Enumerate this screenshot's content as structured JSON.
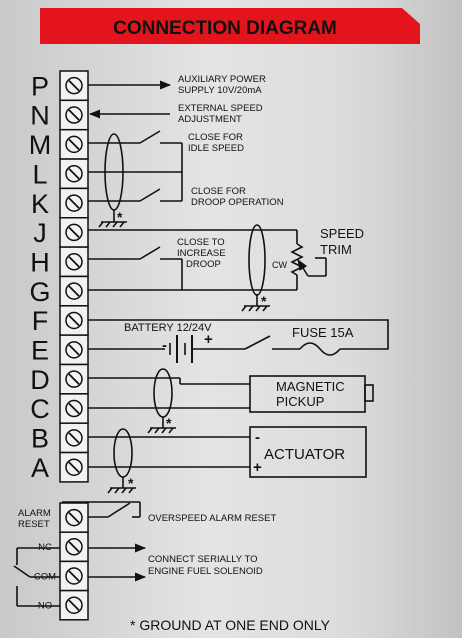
{
  "title": "CONNECTION DIAGRAM",
  "colors": {
    "banner": "#e3141b",
    "ink": "#111111"
  },
  "terminals": [
    "P",
    "N",
    "M",
    "L",
    "K",
    "J",
    "H",
    "G",
    "F",
    "E",
    "D",
    "C",
    "B",
    "A"
  ],
  "aux_terminals": [
    "",
    "NC",
    "COM",
    "NO"
  ],
  "labels": {
    "aux_power_1": "AUXILIARY POWER",
    "aux_power_2": "SUPPLY 10V/20mA",
    "ext_speed_1": "EXTERNAL SPEED",
    "ext_speed_2": "ADJUSTMENT",
    "idle_1": "CLOSE FOR",
    "idle_2": "IDLE SPEED",
    "droop_1": "CLOSE FOR",
    "droop_2": "DROOP OPERATION",
    "inc_droop_1": "CLOSE TO",
    "inc_droop_2": "INCREASE",
    "inc_droop_3": "DROOP",
    "speed_trim_1": "SPEED",
    "speed_trim_2": "TRIM",
    "cw": "CW",
    "battery": "BATTERY 12/24V",
    "fuse": "FUSE 15A",
    "pickup_1": "MAGNETIC",
    "pickup_2": "PICKUP",
    "actuator": "ACTUATOR",
    "minus": "-",
    "plus": "+",
    "alarm_reset_1": "ALARM",
    "alarm_reset_2": "RESET",
    "overspeed_reset": "OVERSPEED ALARM RESET",
    "solenoid_1": "CONNECT SERIALLY TO",
    "solenoid_2": "ENGINE FUEL SOLENOID",
    "star": "*",
    "footnote": "* GROUND AT ONE END ONLY"
  }
}
